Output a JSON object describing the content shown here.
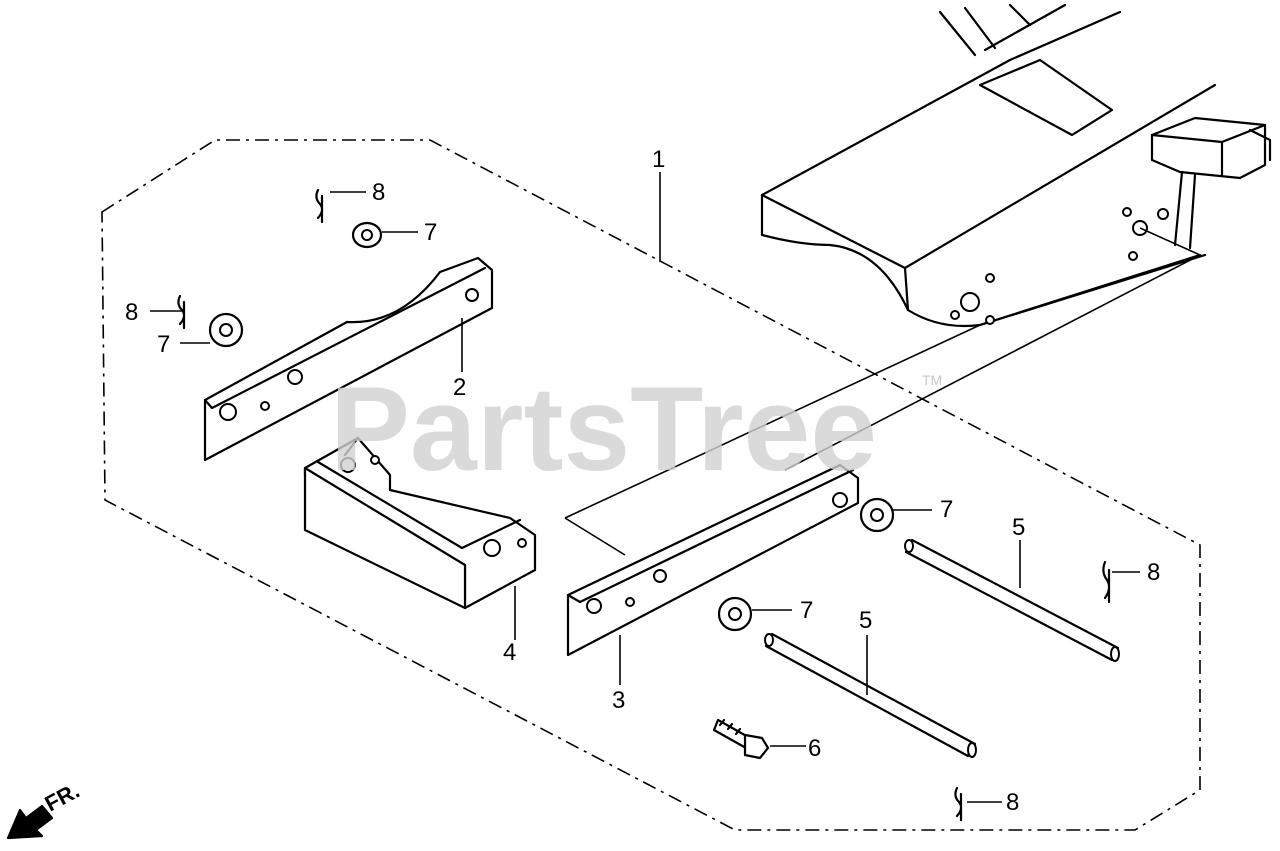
{
  "watermark": {
    "brand": "PartsTree",
    "trademark": "TM"
  },
  "direction": {
    "label": "FR."
  },
  "callouts": [
    {
      "id": "c1",
      "label": "1"
    },
    {
      "id": "c2",
      "label": "2"
    },
    {
      "id": "c3",
      "label": "3"
    },
    {
      "id": "c4",
      "label": "4"
    },
    {
      "id": "c5a",
      "label": "5"
    },
    {
      "id": "c5b",
      "label": "5"
    },
    {
      "id": "c6",
      "label": "6"
    },
    {
      "id": "c7a",
      "label": "7"
    },
    {
      "id": "c7b",
      "label": "7"
    },
    {
      "id": "c7c",
      "label": "7"
    },
    {
      "id": "c7d",
      "label": "7"
    },
    {
      "id": "c8a",
      "label": "8"
    },
    {
      "id": "c8b",
      "label": "8"
    },
    {
      "id": "c8c",
      "label": "8"
    },
    {
      "id": "c8d",
      "label": "8"
    }
  ],
  "colors": {
    "line": "#000000",
    "background": "#ffffff",
    "watermark": "#d2d2d2"
  }
}
